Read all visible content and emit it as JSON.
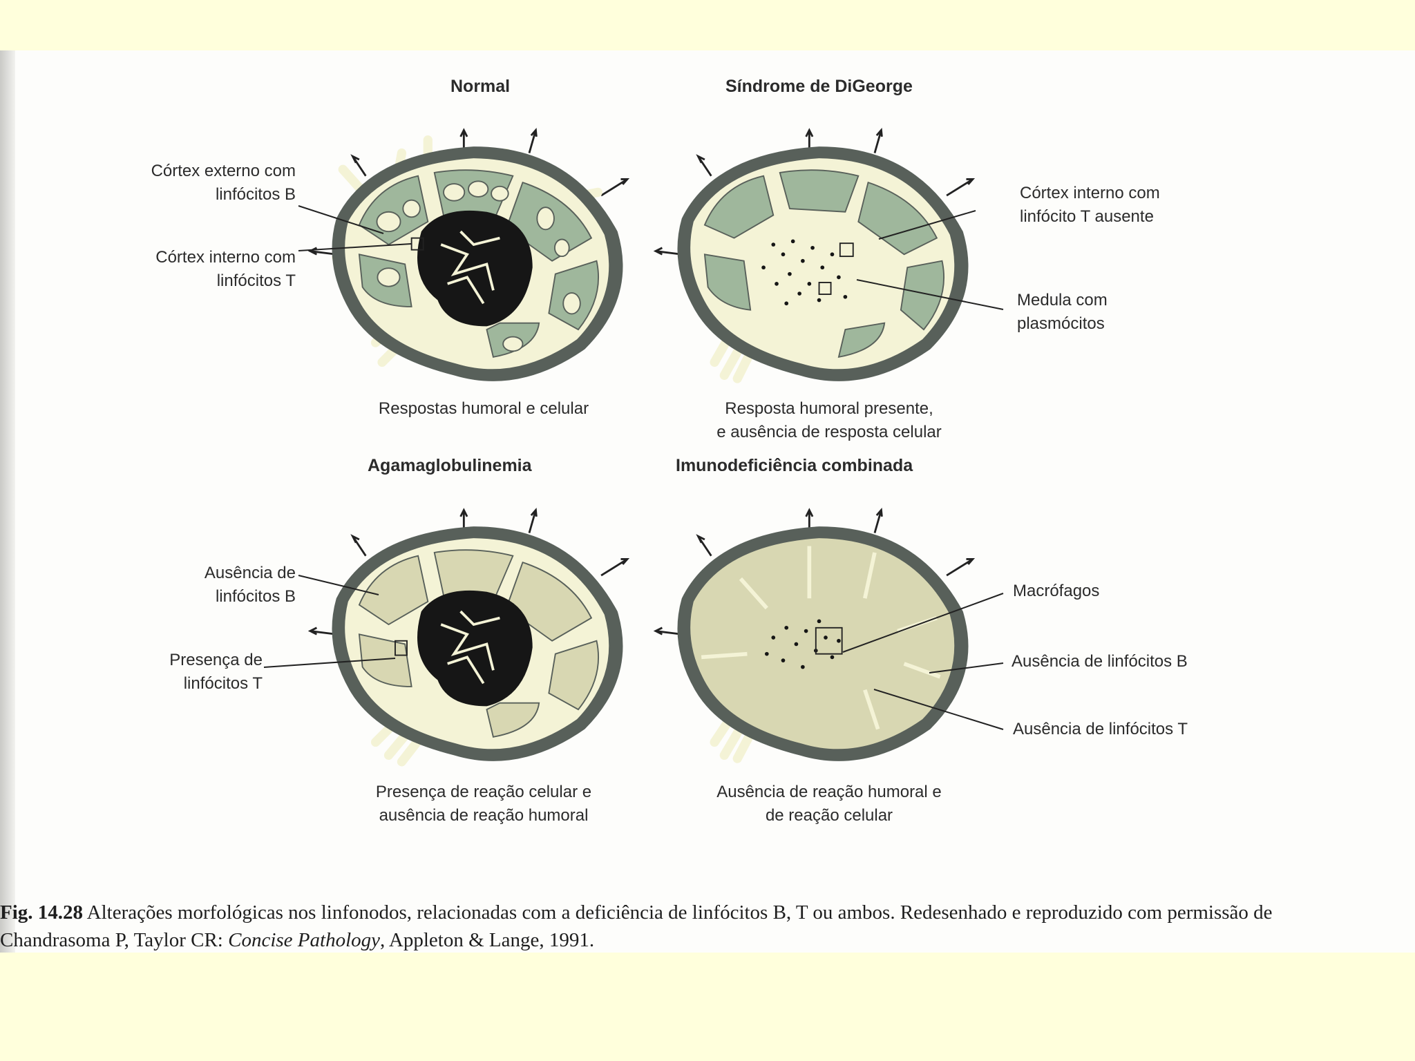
{
  "panels": [
    {
      "title": "Normal",
      "caption": "Respostas humoral e celular"
    },
    {
      "title": "Síndrome de DiGeorge",
      "caption": "Resposta humoral presente,\ne ausência de resposta celular"
    },
    {
      "title": "Agamaglobulinemia",
      "caption": "Presença de reação celular e\nausência de reação humoral"
    },
    {
      "title": "Imunodeficiência combinada",
      "caption": "Ausência de reação humoral e\nde reação celular"
    }
  ],
  "labels": {
    "outer_cortex_b": "Córtex externo com\nlinfócitos B",
    "inner_cortex_t": "Córtex interno com\nlinfócitos T",
    "inner_cortex_t_absent": "Córtex interno com\nlinfócito T ausente",
    "medulla_plasma": "Medula com\nplasmócitos",
    "absence_b": "Ausência de\nlinfócitos B",
    "presence_t": "Presença de\nlinfócitos T",
    "macrophages": "Macrófagos",
    "absence_b_single": "Ausência de linfócitos B",
    "absence_t_single": "Ausência de linfócitos T"
  },
  "caption": {
    "fig_label": "Fig. 14.28",
    "text_before": " Alterações morfológicas nos linfonodos, relacionadas com a deficiência de linfócitos B, T ou ambos. Redesenhado e reproduzido com permissão de Chandrasoma P, Taylor CR: ",
    "book_title": "Concise Pathology",
    "text_after": ", Appleton & Lange, 1991."
  },
  "colors": {
    "background": "#ffffdc",
    "capsule": "#58605a",
    "cortex_green": "#9fb79c",
    "cortex_beige": "#d8d7b2",
    "sinus_cream": "#f4f3d6",
    "medulla_dark": "#161616"
  }
}
